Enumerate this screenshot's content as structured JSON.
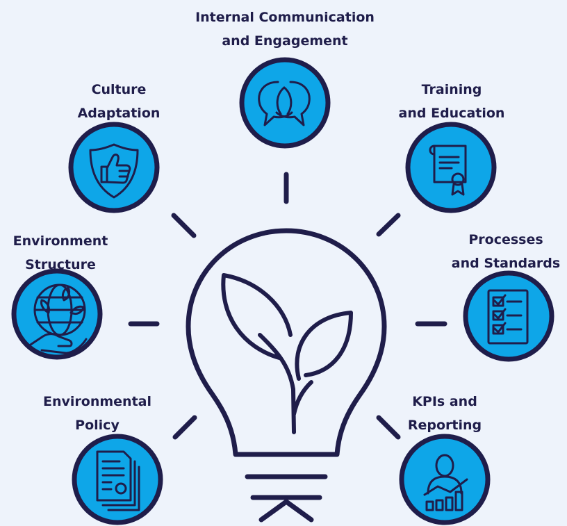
{
  "colors": {
    "background": "#eef3fb",
    "outline": "#1f1d4a",
    "icon_fill": "#0ea6e8"
  },
  "center": {
    "icon": "lightbulb-with-leaves-icon"
  },
  "topics": [
    {
      "id": "internal-communication",
      "lines": [
        "Internal Communication",
        "and Engagement"
      ],
      "icon": "speech-bubbles-icon"
    },
    {
      "id": "training-education",
      "lines": [
        "Training",
        "and Education"
      ],
      "icon": "certificate-icon"
    },
    {
      "id": "processes-standards",
      "lines": [
        "Processes",
        "and Standards"
      ],
      "icon": "checklist-icon"
    },
    {
      "id": "kpis-reporting",
      "lines": [
        "KPIs and",
        "Reporting"
      ],
      "icon": "person-bar-chart-icon"
    },
    {
      "id": "environmental-policy",
      "lines": [
        "Environmental",
        "Policy"
      ],
      "icon": "documents-icon"
    },
    {
      "id": "environment-structure",
      "lines": [
        "Environment",
        "Structure"
      ],
      "icon": "globe-in-hand-icon"
    },
    {
      "id": "culture-adaptation",
      "lines": [
        "Culture",
        "Adaptation"
      ],
      "icon": "shield-thumbs-up-icon"
    }
  ]
}
